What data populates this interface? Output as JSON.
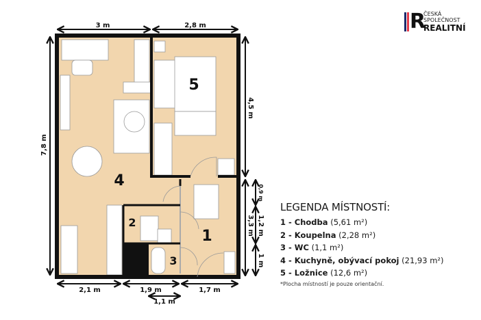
{
  "logo": {
    "line1": "ČESKÁ",
    "line2": "SPOLEČNOST",
    "line3": "REALITNÍ",
    "colors": [
      "#1b2a6b",
      "#e23a4a",
      "#111111"
    ]
  },
  "plan": {
    "floor_color": "#f2d6ae",
    "wall_color": "#111111",
    "rooms": {
      "r1": "1",
      "r2": "2",
      "r3": "3",
      "r4": "4",
      "r5": "5"
    },
    "dimensions": {
      "top_left": "3 m",
      "top_right": "2,8 m",
      "left": "7,8 m",
      "right_upper": "4,5 m",
      "right_lower": "3,3 m",
      "right_a": "0,9 m",
      "right_b": "1,2 m",
      "right_c": "1 m",
      "bottom_1": "2,1 m",
      "bottom_2": "1,9 m",
      "bottom_3": "1,7 m",
      "bottom_sub": "1,1 m"
    }
  },
  "legend": {
    "title": "LEGENDA MÍSTNOSTÍ:",
    "items": [
      {
        "label": "1 - Chodba",
        "area": "(5,61 m²)"
      },
      {
        "label": "2 - Koupelna",
        "area": "(2,28 m²)"
      },
      {
        "label": "3 - WC",
        "area": "(1,1 m²)"
      },
      {
        "label": "4 - Kuchyně, obývací pokoj",
        "area": "(21,93 m²)"
      },
      {
        "label": "5 - Ložnice",
        "area": "(12,6 m²)"
      }
    ],
    "note": "*Plocha místností je pouze orientační."
  }
}
